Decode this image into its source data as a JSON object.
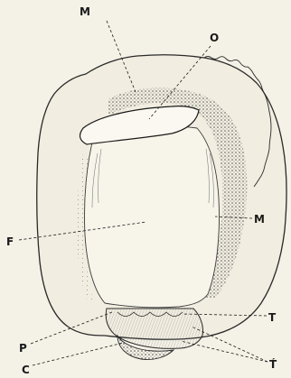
{
  "figure": {
    "labels": {
      "M_top": "M",
      "O": "O",
      "M_right": "M",
      "F": "F",
      "T": "T",
      "P": "P",
      "C": "C",
      "T_prime": "T́"
    },
    "colors": {
      "background": "#f4f1e6",
      "ink": "#1a1a1a",
      "shade": "#5a5a5a",
      "light_shade": "#9a9a9a"
    }
  }
}
